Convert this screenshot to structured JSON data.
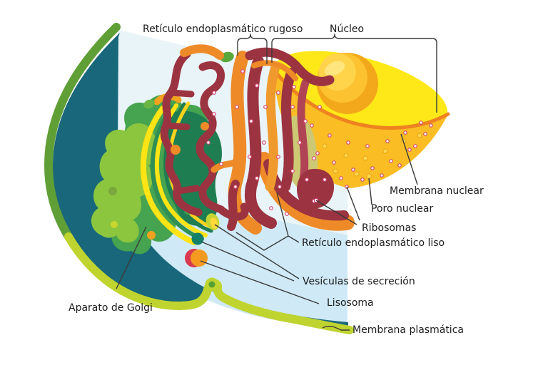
{
  "diagram": {
    "type": "animal-cell-cutaway",
    "language": "es",
    "labels": {
      "rough_er": "Retículo endoplasmático rugoso",
      "nucleus": "Núcleo",
      "nuclear_membrane": "Membrana nuclear",
      "nuclear_pore": "Poro nuclear",
      "ribosomes": "Ribosomas",
      "smooth_er": "Retículo endoplasmático liso",
      "secretory_vesicles": "Vesículas de secreción",
      "lysosome": "Lisosoma",
      "golgi": "Aparato de Golgi",
      "plasma_membrane": "Membrana plasmática"
    },
    "colors": {
      "cytoplasm_face": "#cfe9f6",
      "cytoplasm_face_light": "#e9f4f8",
      "membrane_outer_lime": "#bfd42f",
      "membrane_outer_green": "#609f36",
      "membrane_inner_teal": "#18677a",
      "nucleus_top": "#ffe817",
      "nucleoplasm": "#fabd24",
      "nuclear_rim": "#ee8220",
      "nucleolus": "#f3a81c",
      "er_maroon": "#9b3440",
      "er_orange": "#ee8b28",
      "golgi_light_green": "#8cc63e",
      "golgi_green": "#46a34f",
      "golgi_dark_green": "#1f7d52",
      "golgi_yellow": "#ffe415",
      "lysosome_orange": "#f49a20",
      "lysosome_red": "#d93a51",
      "vesicle_teal": "#15806a",
      "ribosome_dot": "#d64372",
      "leader_line": "#3a3a3a",
      "label_text": "#1c1c1c"
    }
  }
}
